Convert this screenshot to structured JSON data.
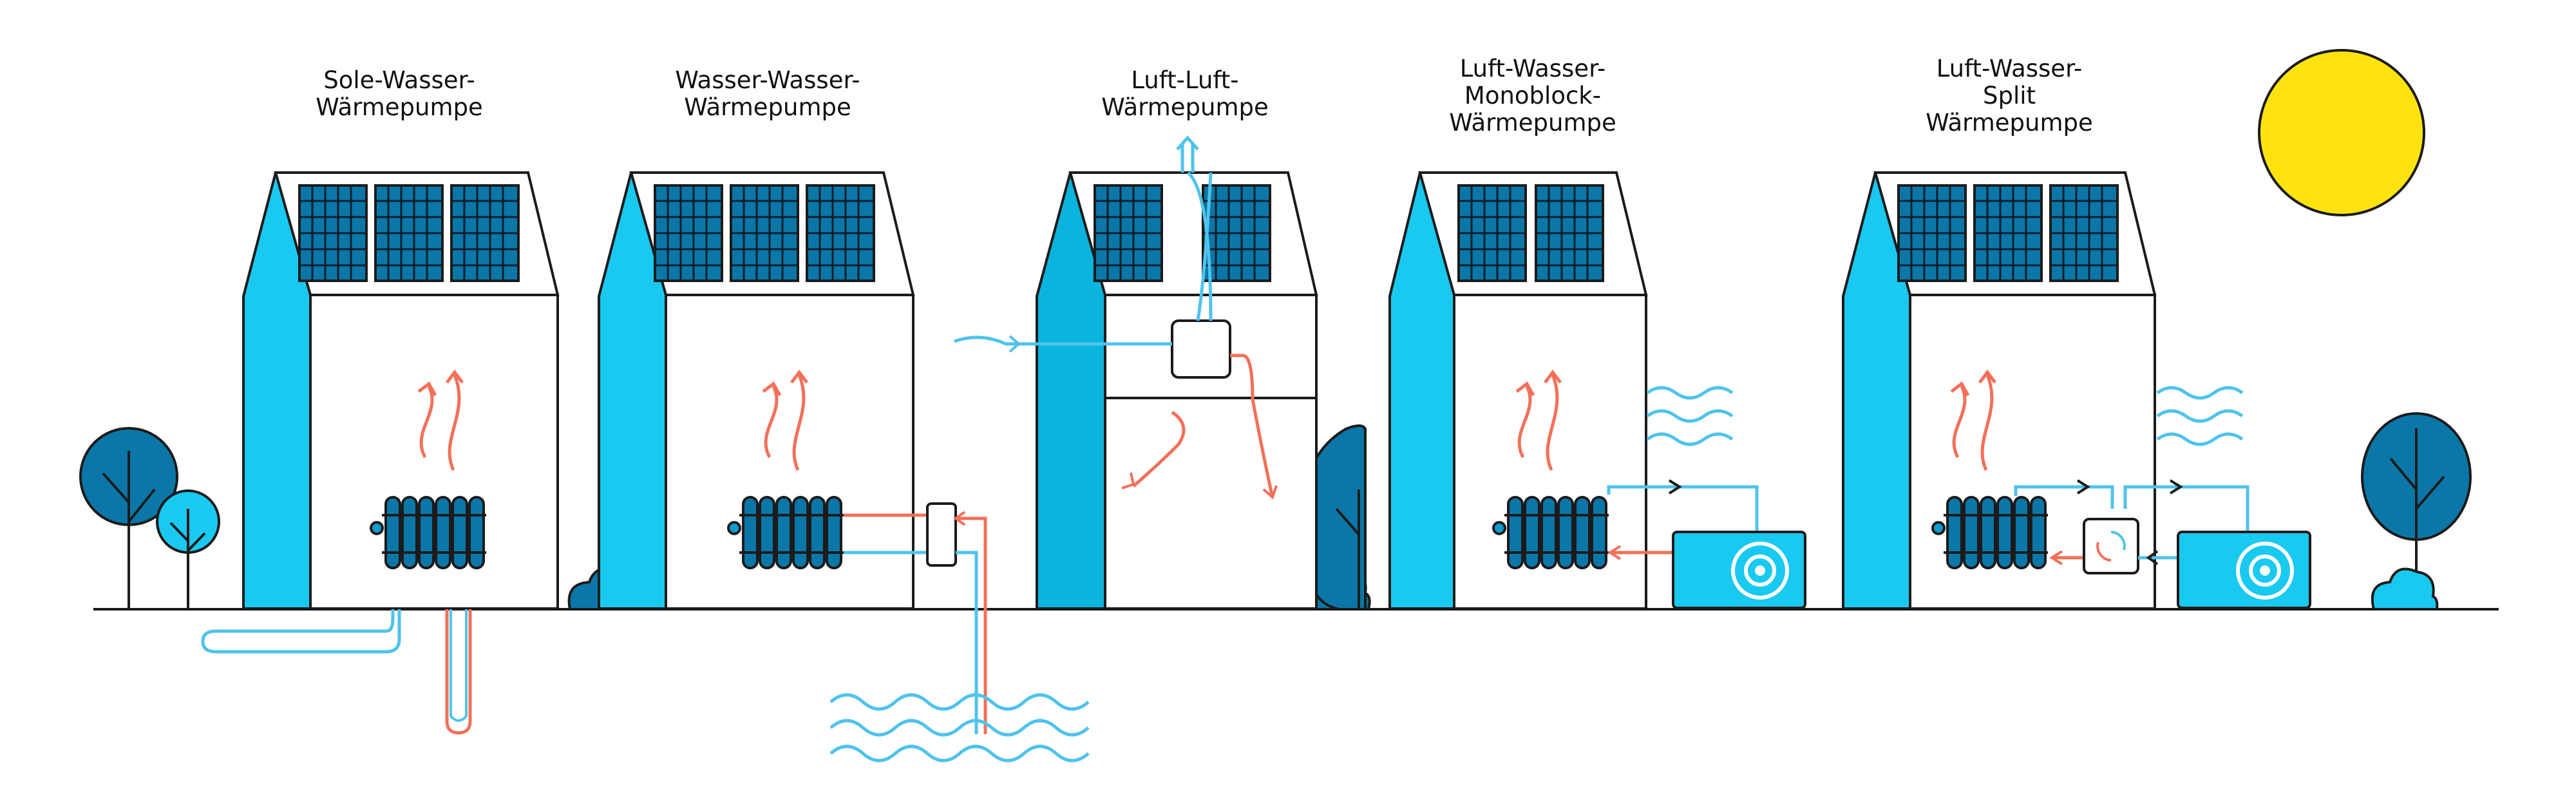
{
  "colors": {
    "cyan": "#19c9f0",
    "dark_teal": "#0a77a8",
    "mid_blue": "#0e9ccf",
    "arrow_red": "#f2705a",
    "pipe_blue": "#4fc3ec",
    "sun": "#ffe30f",
    "outline": "#1b1b1b"
  },
  "houses": [
    {
      "id": "sole-wasser",
      "label_lines": [
        "Sole-Wasser-",
        "Wärmepumpe"
      ]
    },
    {
      "id": "wasser-wasser",
      "label_lines": [
        "Wasser-Wasser-",
        "Wärmepumpe"
      ]
    },
    {
      "id": "luft-luft",
      "label_lines": [
        "Luft-Luft-",
        "Wärmepumpe"
      ]
    },
    {
      "id": "luft-wasser-monoblock",
      "label_lines": [
        "Luft-Wasser-",
        "Monoblock-",
        "Wärmepumpe"
      ]
    },
    {
      "id": "luft-wasser-split",
      "label_lines": [
        "Luft-Wasser-",
        "Split",
        "Wärmepumpe"
      ]
    }
  ],
  "icons": [
    "solar-panel-icon",
    "radiator-icon",
    "heat-arrow-icon",
    "tree-icon",
    "bush-icon",
    "sun-icon",
    "outdoor-unit-icon",
    "water-waves-icon",
    "air-waves-icon",
    "heat-exchanger-icon"
  ]
}
